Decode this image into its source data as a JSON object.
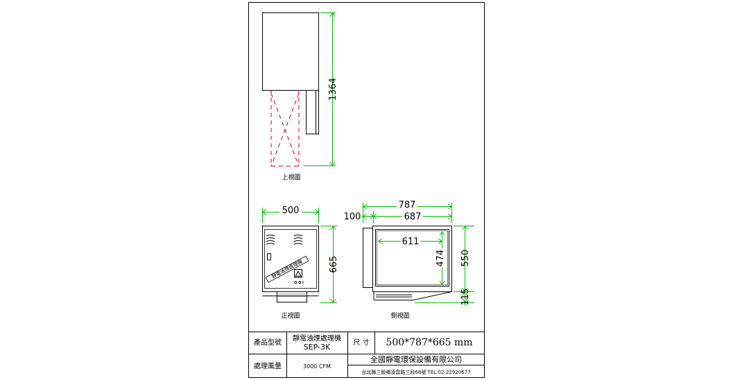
{
  "views": {
    "top_view_caption": "上視圖",
    "front_view_caption": "正視圖",
    "side_view_caption": "側視圖"
  },
  "dimensions": {
    "top_height": "1364",
    "front_width": "500",
    "front_height": "665",
    "side_total_width": "787",
    "side_offset": "100",
    "side_body_width": "687",
    "side_inner_width": "611",
    "side_inner_height": "474",
    "side_body_height": "550",
    "side_base_height": "115"
  },
  "front_panel": {
    "label": "靜電油煙處理機",
    "status": "O O I"
  },
  "title_block": {
    "model_label": "產品型號",
    "model_name": "靜電油煙處理機",
    "model_code": "SEP-3K",
    "size_label": "尺 寸",
    "size_value": "500*787*665 mm",
    "airflow_label": "處理風量",
    "airflow_value": "3000 CFM",
    "company": "全國靜電環保設備有限公司",
    "address": "台北縣三股鄉凌雲路三段68號 TEL:02-22920677"
  }
}
